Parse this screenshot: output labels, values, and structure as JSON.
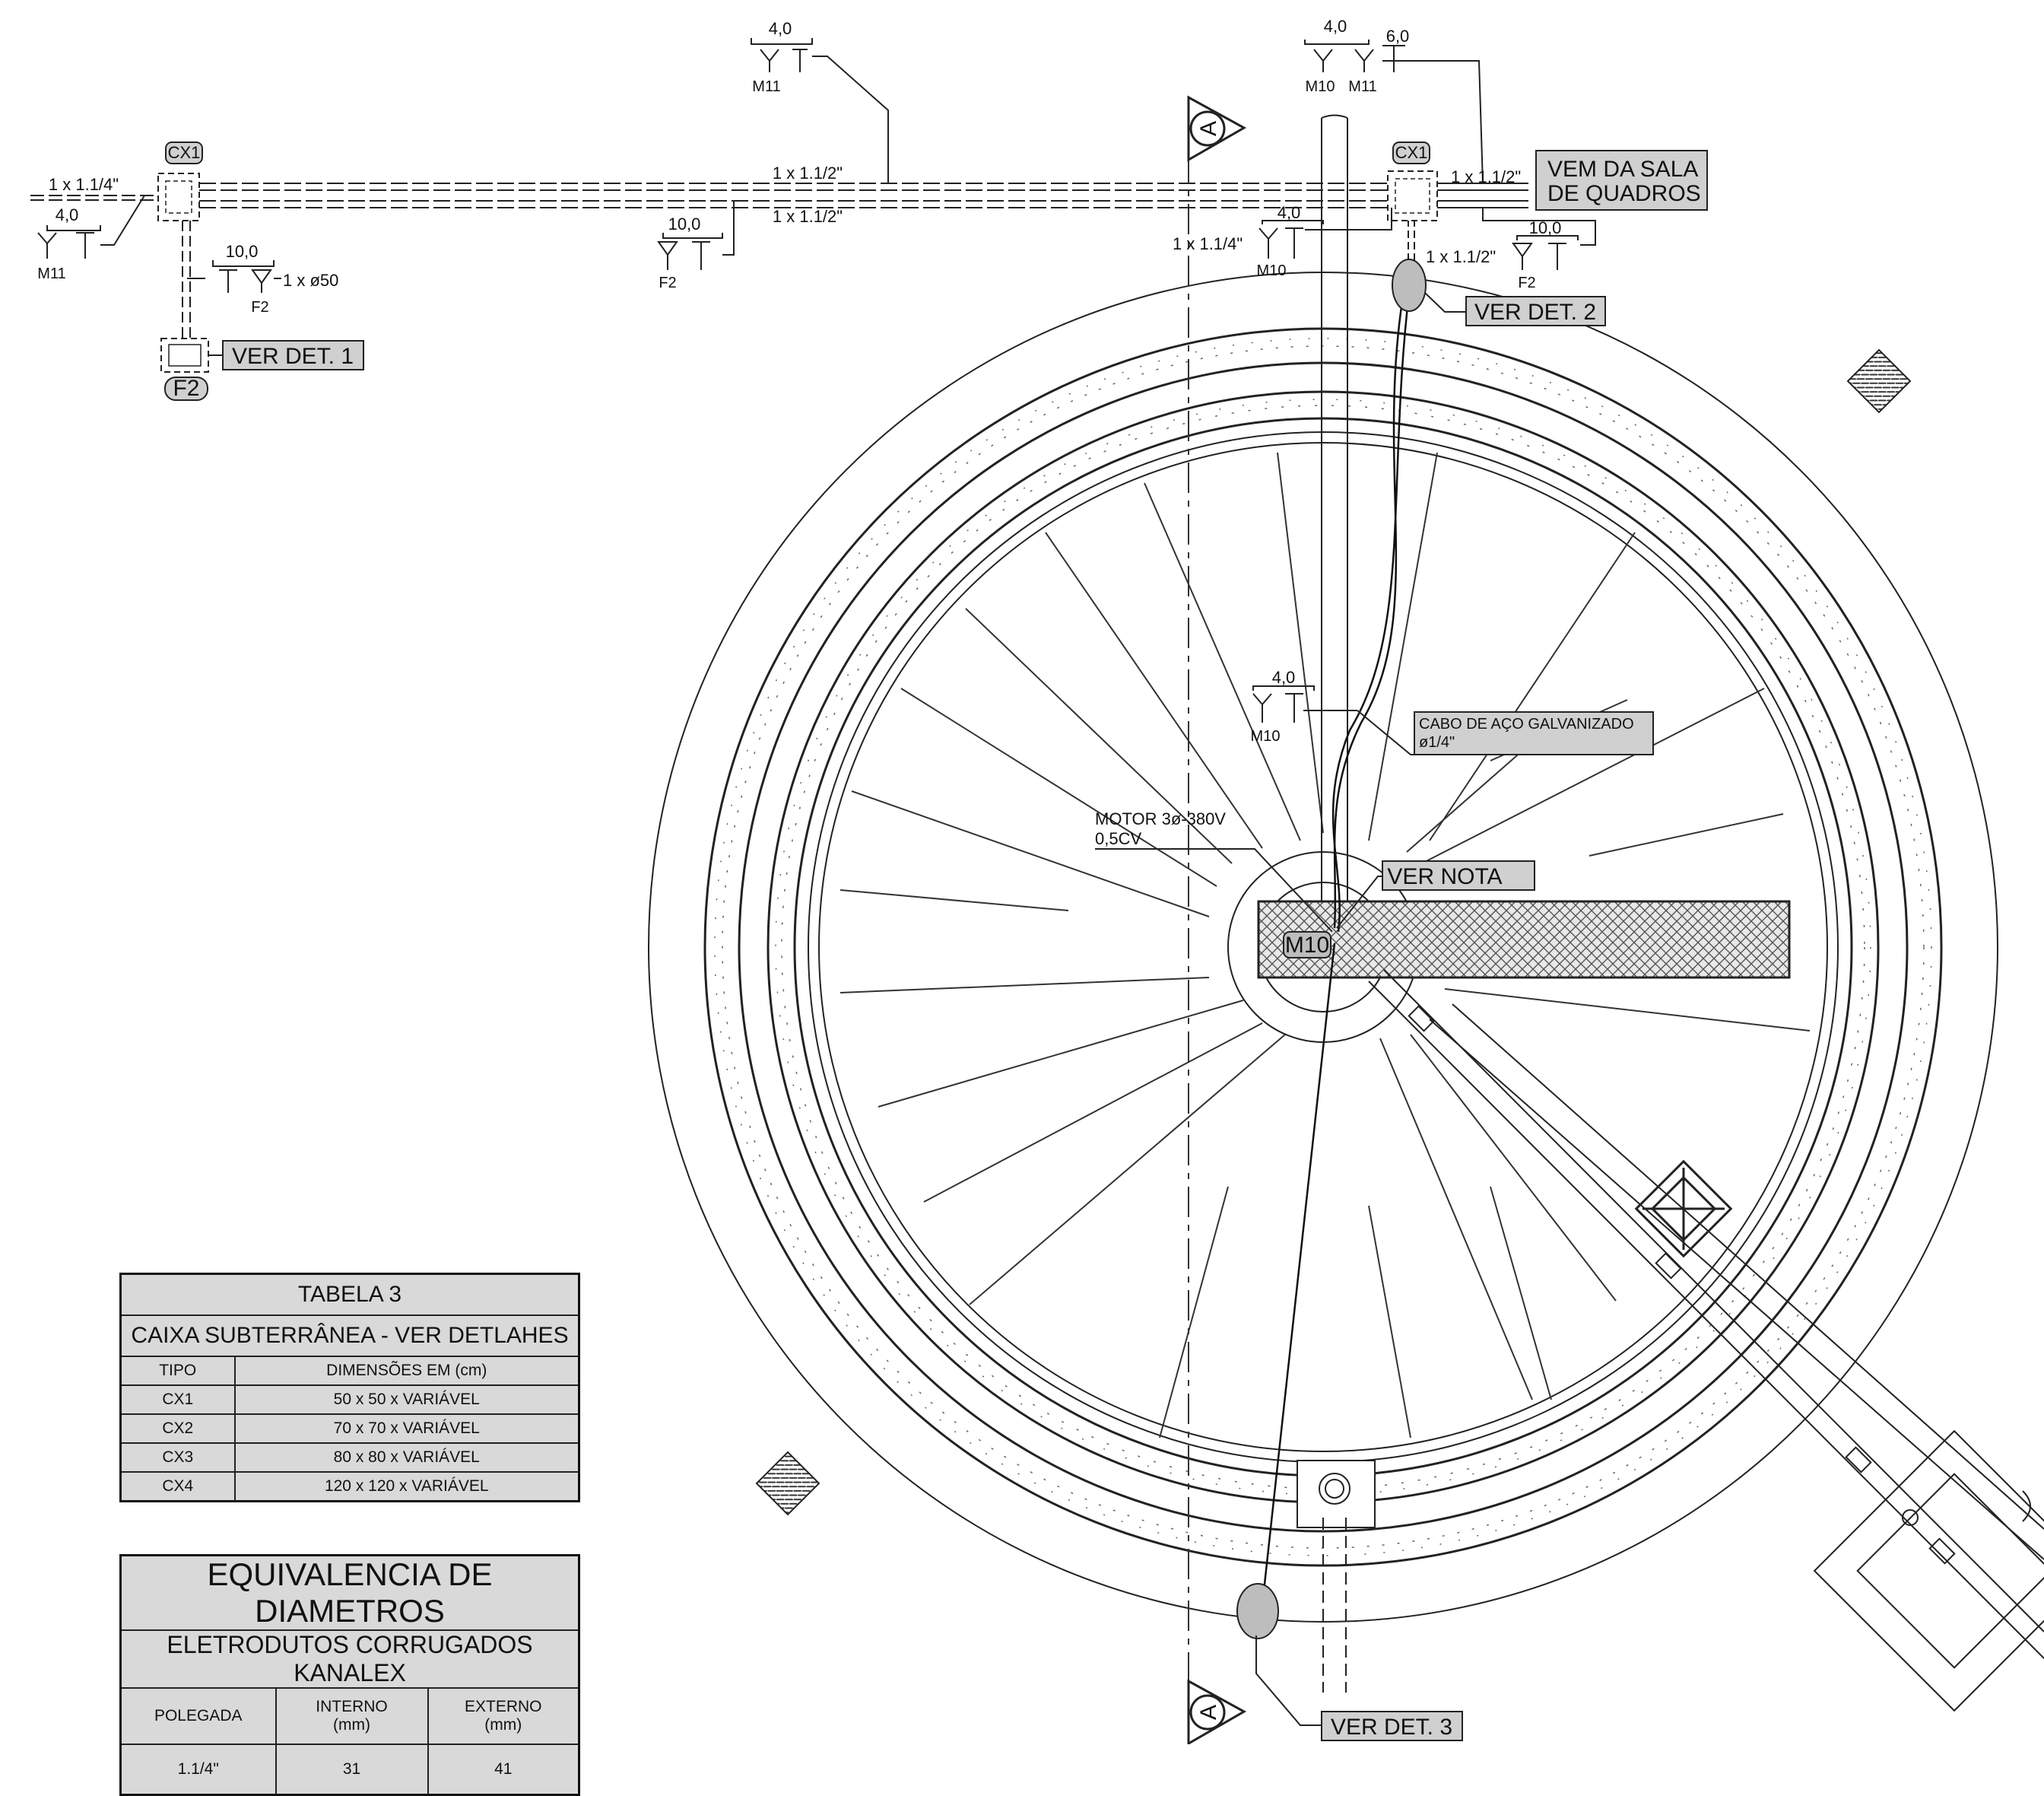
{
  "cables": {
    "m11_a": "4,0",
    "m11_a_tag": "M11",
    "m10_top": "4,0",
    "m11_top": "6,0",
    "m10_top_tag": "M10",
    "m11_top_tag": "M11",
    "left_m11": "4,0",
    "left_m11_tag": "M11",
    "left_f2": "10,0",
    "left_f2_tag": "F2",
    "mid_f2": "10,0",
    "mid_f2_tag": "F2",
    "right_m10": "4,0",
    "right_m10_tag": "M10",
    "right_f2": "10,0",
    "right_f2_tag": "F2",
    "center_m10": "4,0",
    "center_m10_tag": "M10"
  },
  "conduits": {
    "left": "1 x 1.1/4\"",
    "top": "1 x 1.1/2\"",
    "bottom": "1 x 1.1/2\"",
    "right_in": "1 x 1.1/2\"",
    "right_m10": "1 x 1.1/4\"",
    "right_down": "1 x 1.1/2\"",
    "f2_drop": "1 x ø50"
  },
  "boxes": {
    "cx1_left": "CX1",
    "cx1_right": "CX1",
    "f2": "F2"
  },
  "callouts": {
    "det1": "VER DET. 1",
    "det2": "VER DET. 2",
    "det3": "VER DET. 3",
    "nota": "VER NOTA",
    "vem_line1": "VEM DA SALA",
    "vem_line2": "DE QUADROS",
    "cabo_line1": "CABO DE AÇO GALVANIZADO",
    "cabo_line2": "ø1/4\"",
    "motor_line1": "MOTOR 3ø-380V",
    "motor_line2": "0,5CV",
    "m10_tag": "M10",
    "section": "A"
  },
  "table3": {
    "title": "TABELA 3",
    "subtitle": "CAIXA SUBTERRÂNEA - VER DETLAHES",
    "col_tipo": "TIPO",
    "col_dim": "DIMENSÕES EM (cm)",
    "rows": [
      {
        "tipo": "CX1",
        "dim": "50 x 50 x VARIÁVEL"
      },
      {
        "tipo": "CX2",
        "dim": "70 x 70 x VARIÁVEL"
      },
      {
        "tipo": "CX3",
        "dim": "80 x 80 x VARIÁVEL"
      },
      {
        "tipo": "CX4",
        "dim": "120 x 120 x VARIÁVEL"
      }
    ]
  },
  "equiv": {
    "title": "EQUIVALENCIA DE DIAMETROS",
    "subtitle": "ELETRODUTOS CORRUGADOS KANALEX",
    "col_pol": "POLEGADA",
    "col_int_1": "INTERNO",
    "col_int_2": "(mm)",
    "col_ext_1": "EXTERNO",
    "col_ext_2": "(mm)",
    "rows": [
      {
        "pol": "1.1/4\"",
        "int": "31",
        "ext": "41"
      }
    ]
  }
}
